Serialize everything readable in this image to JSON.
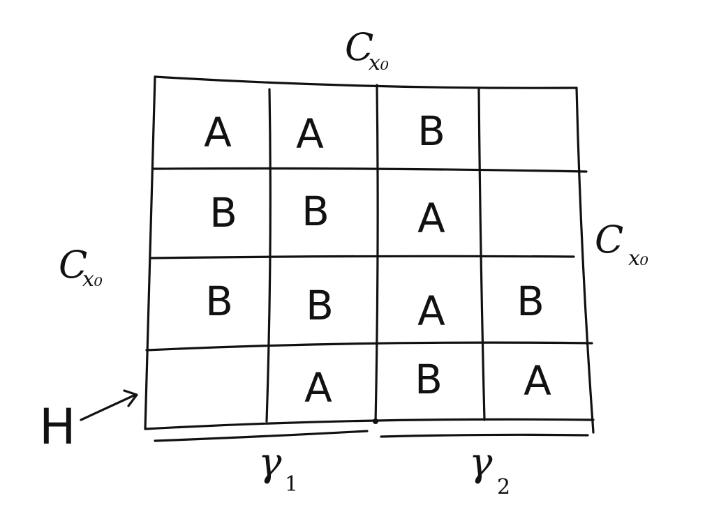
{
  "grid": {
    "rows": [
      [
        "A",
        "A",
        "B",
        ""
      ],
      [
        "B",
        "B",
        "A",
        ""
      ],
      [
        "B",
        "B",
        "A",
        "B"
      ],
      [
        "",
        "A",
        "B",
        "A"
      ]
    ]
  },
  "labels": {
    "top": {
      "main": "C",
      "sub": "x₀"
    },
    "left": {
      "main": "C",
      "sub": "x₀"
    },
    "right": {
      "main": "C",
      "sub": "x₀"
    },
    "bottom_left": {
      "main": "γ",
      "sub": "1"
    },
    "bottom_right": {
      "main": "γ",
      "sub": "2"
    },
    "pointer": "H"
  },
  "colors": {
    "ink": "#111111",
    "background": "#ffffff"
  },
  "icons": {
    "pointer": "arrow-right-up-icon"
  }
}
